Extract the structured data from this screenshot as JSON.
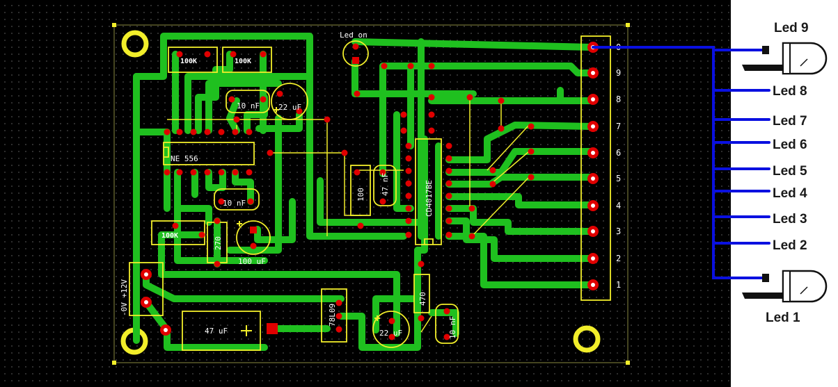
{
  "board": {
    "components": {
      "resistor_a": "100K",
      "resistor_b": "100K",
      "resistor_c": "100K",
      "cap_10nf_top": "10 nF",
      "cap_22uf_top": "22 uF",
      "ic_timer": "NE 556",
      "cap_10nf_mid": "10 nF",
      "resistor_270": "270",
      "cap_100uf": "100 uF",
      "led_on": "Led on",
      "resistor_100": "100",
      "cap_47nf": "47 nF",
      "ic_counter": "CD4017BE",
      "power_label": "-0V  +12V",
      "cap_47uf": "47 uF",
      "regulator": "78L09",
      "resistor_470": "470",
      "cap_22uf_bot": "22 uF",
      "cap_10nf_bot": "10 nF"
    },
    "connector_pins": [
      "0",
      "9",
      "8",
      "7",
      "6",
      "5",
      "4",
      "3",
      "2",
      "1"
    ]
  },
  "leds": {
    "top_label": "Led 9",
    "bottom_label": "Led 1",
    "middle_labels": [
      "Led 8",
      "Led 7",
      "Led 6",
      "Led 5",
      "Led 4",
      "Led 3",
      "Led 2"
    ]
  },
  "colors": {
    "copper": "#1fc01f",
    "silkscreen": "#f2ee2a",
    "pad": "#e00000",
    "wire": "#0a10e0",
    "background": "#000000"
  }
}
